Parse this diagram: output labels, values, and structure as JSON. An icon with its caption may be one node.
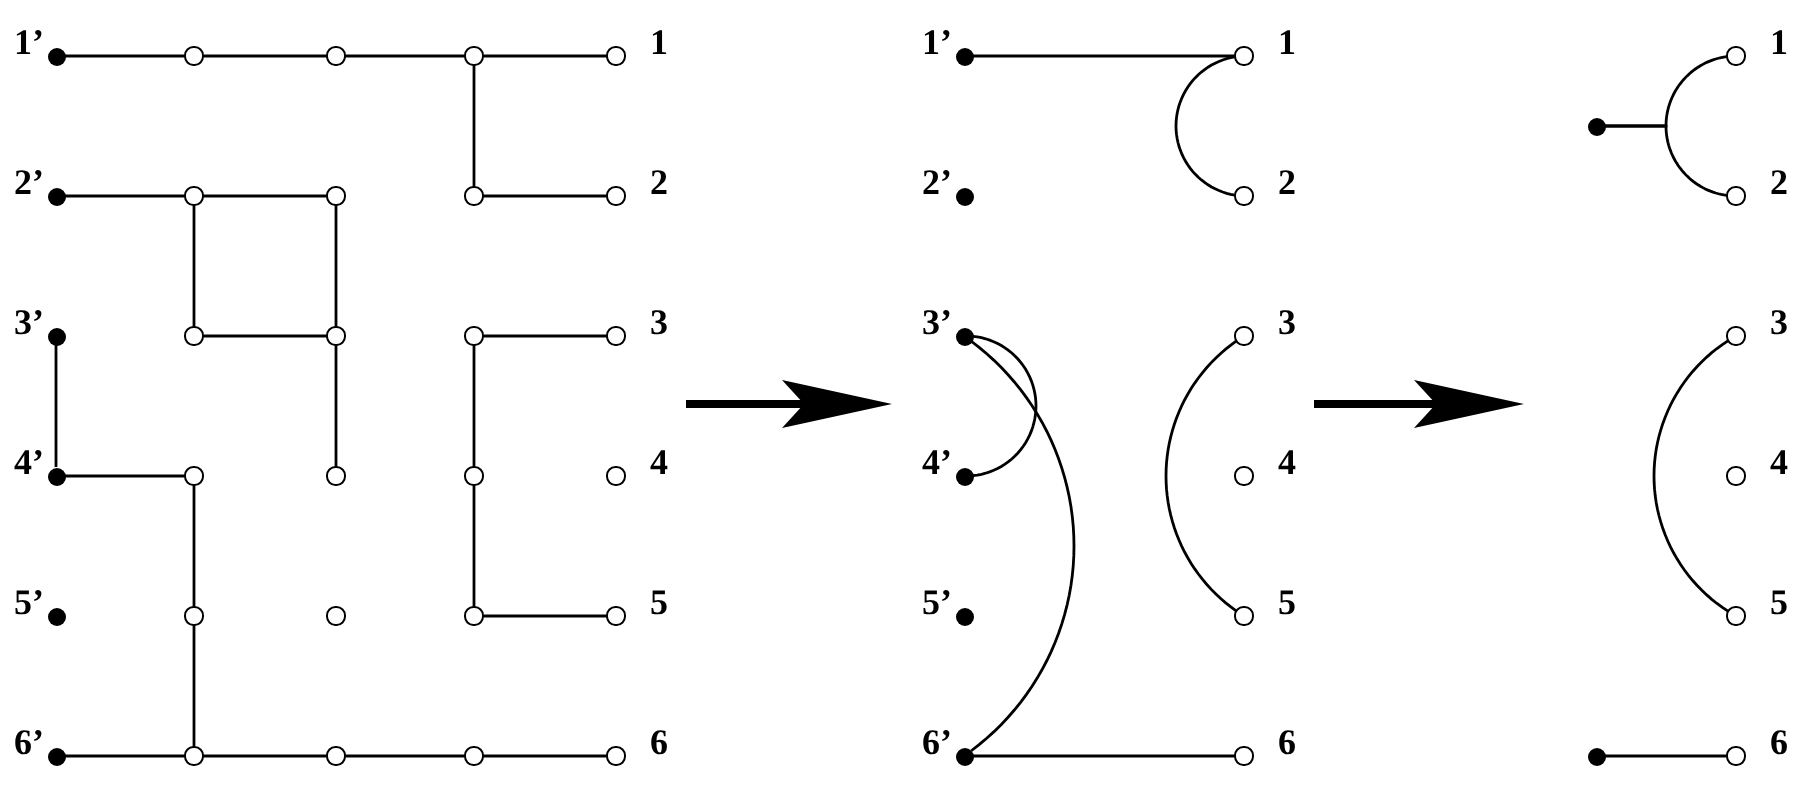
{
  "diagram": {
    "nodes": [
      {
        "text": [],
        "shape": "dot",
        "beside": [
          "1’"
        ]
      },
      {
        "text": [],
        "shape": "circle"
      },
      {
        "text": [],
        "shape": "circle"
      },
      {
        "text": [],
        "shape": "circle"
      },
      {
        "text": [],
        "shape": "circle",
        "beside": [
          "1"
        ]
      },
      {
        "text": [],
        "shape": "dot",
        "beside": [
          "2’"
        ]
      },
      {
        "text": [],
        "shape": "circle"
      },
      {
        "text": [],
        "shape": "circle"
      },
      {
        "text": [],
        "shape": "circle"
      },
      {
        "text": [],
        "shape": "circle",
        "beside": [
          "2"
        ]
      },
      {
        "text": [],
        "shape": "dot",
        "beside": [
          "3’"
        ]
      },
      {
        "text": [],
        "shape": "circle"
      },
      {
        "text": [],
        "shape": "circle"
      },
      {
        "text": [],
        "shape": "circle"
      },
      {
        "text": [],
        "shape": "circle",
        "beside": [
          "3"
        ]
      },
      {
        "text": [],
        "shape": "dot",
        "beside": [
          "4’"
        ]
      },
      {
        "text": [],
        "shape": "circle"
      },
      {
        "text": [],
        "shape": "circle"
      },
      {
        "text": [],
        "shape": "circle"
      },
      {
        "text": [],
        "shape": "circle",
        "beside": [
          "4"
        ]
      },
      {
        "text": [],
        "shape": "dot",
        "beside": [
          "5’"
        ]
      },
      {
        "text": [],
        "shape": "circle"
      },
      {
        "text": [],
        "shape": "circle"
      },
      {
        "text": [],
        "shape": "circle"
      },
      {
        "text": [],
        "shape": "circle",
        "beside": [
          "5"
        ]
      },
      {
        "text": [],
        "shape": "dot",
        "beside": [
          "6’"
        ]
      },
      {
        "text": [],
        "shape": "circle"
      },
      {
        "text": [],
        "shape": "circle"
      },
      {
        "text": [],
        "shape": "circle"
      },
      {
        "text": [],
        "shape": "circle",
        "beside": [
          "6"
        ]
      },
      {
        "text": [],
        "shape": "dot",
        "beside": [
          "1’"
        ]
      },
      {
        "text": [],
        "shape": "circle",
        "beside": [
          "1"
        ]
      },
      {
        "text": [],
        "shape": "dot",
        "beside": [
          "2’"
        ]
      },
      {
        "text": [],
        "shape": "circle",
        "beside": [
          "2"
        ]
      },
      {
        "text": [],
        "shape": "dot",
        "beside": [
          "3’"
        ]
      },
      {
        "text": [],
        "shape": "circle",
        "beside": [
          "3"
        ]
      },
      {
        "text": [],
        "shape": "dot",
        "beside": [
          "4’"
        ]
      },
      {
        "text": [],
        "shape": "circle",
        "beside": [
          "4"
        ]
      },
      {
        "text": [],
        "shape": "dot",
        "beside": [
          "5’"
        ]
      },
      {
        "text": [],
        "shape": "circle",
        "beside": [
          "5"
        ]
      },
      {
        "text": [],
        "shape": "dot",
        "beside": [
          "6’"
        ]
      },
      {
        "text": [],
        "shape": "circle",
        "beside": [
          "6"
        ]
      },
      {
        "text": [],
        "shape": "circle",
        "beside": [
          "1"
        ]
      },
      {
        "text": [],
        "shape": "dot"
      },
      {
        "text": [],
        "shape": "circle",
        "beside": [
          "2"
        ]
      },
      {
        "text": [],
        "shape": "circle",
        "beside": [
          "3"
        ]
      },
      {
        "text": [],
        "shape": "circle",
        "beside": [
          "4"
        ]
      },
      {
        "text": [],
        "shape": "circle",
        "beside": [
          "5"
        ]
      },
      {
        "text": [],
        "shape": "dot"
      },
      {
        "text": [],
        "shape": "circle",
        "beside": [
          "6"
        ]
      }
    ],
    "edges": [
      {
        "from": 0,
        "to": 1,
        "arrow": "none"
      },
      {
        "from": 1,
        "to": 2,
        "arrow": "none"
      },
      {
        "from": 2,
        "to": 3,
        "arrow": "none"
      },
      {
        "from": 3,
        "to": 4,
        "arrow": "none"
      },
      {
        "from": 3,
        "to": 8,
        "arrow": "none"
      },
      {
        "from": 5,
        "to": 6,
        "arrow": "none"
      },
      {
        "from": 6,
        "to": 7,
        "arrow": "none"
      },
      {
        "from": 8,
        "to": 9,
        "arrow": "none"
      },
      {
        "from": 6,
        "to": 11,
        "arrow": "none"
      },
      {
        "from": 7,
        "to": 12,
        "arrow": "none"
      },
      {
        "from": 10,
        "to": 15,
        "arrow": "none"
      },
      {
        "from": 11,
        "to": 12,
        "arrow": "none"
      },
      {
        "from": 13,
        "to": 14,
        "arrow": "none"
      },
      {
        "from": 12,
        "to": 17,
        "arrow": "none"
      },
      {
        "from": 13,
        "to": 18,
        "arrow": "none"
      },
      {
        "from": 15,
        "to": 16,
        "arrow": "none"
      },
      {
        "from": 18,
        "to": 23,
        "arrow": "none"
      },
      {
        "from": 16,
        "to": 21,
        "arrow": "none"
      },
      {
        "from": 23,
        "to": 24,
        "arrow": "none"
      },
      {
        "from": 21,
        "to": 26,
        "arrow": "none"
      },
      {
        "from": 25,
        "to": 26,
        "arrow": "none"
      },
      {
        "from": 26,
        "to": 27,
        "arrow": "none"
      },
      {
        "from": 27,
        "to": 28,
        "arrow": "none"
      },
      {
        "from": 28,
        "to": 29,
        "arrow": "none"
      },
      {
        "from": 30,
        "to": 31,
        "arrow": "none"
      },
      {
        "from": 31,
        "to": 33,
        "arrow": "none"
      },
      {
        "from": 34,
        "to": 36,
        "arrow": "none"
      },
      {
        "from": 34,
        "to": 40,
        "arrow": "none"
      },
      {
        "from": 35,
        "to": 39,
        "arrow": "none"
      },
      {
        "from": 40,
        "to": 41,
        "arrow": "none"
      },
      {
        "from": 43,
        "to": 42,
        "arrow": "none"
      },
      {
        "from": 43,
        "to": 44,
        "arrow": "none"
      },
      {
        "from": 45,
        "to": 47,
        "arrow": "none"
      },
      {
        "from": 48,
        "to": 49,
        "arrow": "none"
      }
    ]
  }
}
